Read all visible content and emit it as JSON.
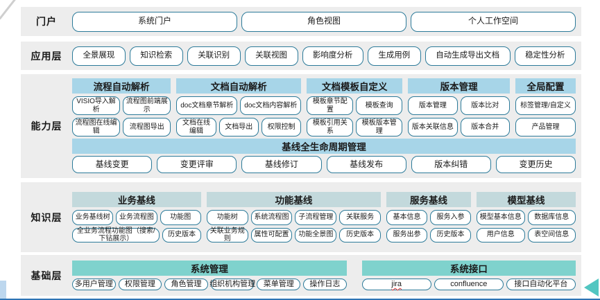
{
  "colors": {
    "band_background": "#EDEDED",
    "button_border": "#2B7A99",
    "capability_header": "#A7D5E8",
    "knowledge_header": "#C3D9DC",
    "base_header": "#7FD2CD",
    "bottom_line": "#2E74B5",
    "corner_strip": "#BDD7EE",
    "nav_arrow": "#52C6C1"
  },
  "icons": {
    "nav_arrow_icon": "left-triangle-arrow"
  },
  "layers": [
    {
      "id": "portal",
      "label": "门户",
      "type": "buttons",
      "items": [
        "系统门户",
        "角色视图",
        "个人工作空间"
      ]
    },
    {
      "id": "app",
      "label": "应用层",
      "type": "buttons",
      "items": [
        "全景展现",
        "知识检索",
        "关联识别",
        "关联视图",
        "影响度分析",
        "生成用例",
        "自动生成导出文档",
        "稳定性分析"
      ]
    },
    {
      "id": "capability",
      "label": "能力层",
      "type": "groups",
      "groups": [
        {
          "header": "流程自动解析",
          "rows": [
            [
              "VISIO导入解析",
              "流程图前端展示"
            ],
            [
              "流程图在线编辑",
              "流程图导出"
            ]
          ]
        },
        {
          "header": "文档自动解析",
          "rows": [
            [
              "doc文档章节解析",
              "doc文档内容解析"
            ],
            [
              "文档在线编辑",
              "文档导出",
              "权限控制"
            ]
          ]
        },
        {
          "header": "文档模板自定义",
          "rows": [
            [
              "模板章节配置",
              "模板查询"
            ],
            [
              "模板引用关系",
              "模板版本管理"
            ]
          ]
        },
        {
          "header": "版本管理",
          "rows": [
            [
              "版本管理",
              "版本比对"
            ],
            [
              "版本关联信息",
              "版本合并"
            ]
          ]
        },
        {
          "header": "全局配置",
          "rows": [
            [
              "标签管理/自定义"
            ],
            [
              "产品管理"
            ]
          ]
        }
      ],
      "baseline": {
        "header": "基线全生命周期管理",
        "items": [
          "基线变更",
          "变更评审",
          "基线修订",
          "基线发布",
          "版本纠错",
          "变更历史"
        ]
      }
    },
    {
      "id": "knowledge",
      "label": "知识层",
      "type": "groups",
      "groups": [
        {
          "header": "业务基线",
          "rows": [
            [
              "业务基线树",
              "业务流程图",
              "功能图"
            ],
            [
              "全业务流程功能图（搜索/下钻展示）",
              "历史版本"
            ]
          ]
        },
        {
          "header": "功能基线",
          "rows": [
            [
              "功能树",
              "系统流程图",
              "子流程管理",
              "关联服务"
            ],
            [
              "关联业务规则",
              "属性可配置",
              "功能全景图",
              "历史版本"
            ]
          ]
        },
        {
          "header": "服务基线",
          "rows": [
            [
              "基本信息",
              "服务入参"
            ],
            [
              "服务出参",
              "历史版本"
            ]
          ]
        },
        {
          "header": "模型基线",
          "rows": [
            [
              "模型基本信息",
              "数据库信息"
            ],
            [
              "用户信息",
              "表空间信息"
            ]
          ]
        }
      ]
    },
    {
      "id": "base",
      "label": "基础层",
      "type": "base-groups",
      "groups": [
        {
          "header": "系统管理",
          "items": [
            {
              "label": "多用户管理"
            },
            {
              "label": "权限管理"
            },
            {
              "label": "角色管理"
            },
            {
              "label": "组织机构管理"
            },
            {
              "label": "菜单管理"
            },
            {
              "label": "操作日志"
            }
          ]
        },
        {
          "header": "系统接口",
          "items": [
            {
              "label": "jira",
              "misspelled": true
            },
            {
              "label": "confluence"
            },
            {
              "label": "接口自动化平台"
            }
          ]
        }
      ]
    }
  ]
}
